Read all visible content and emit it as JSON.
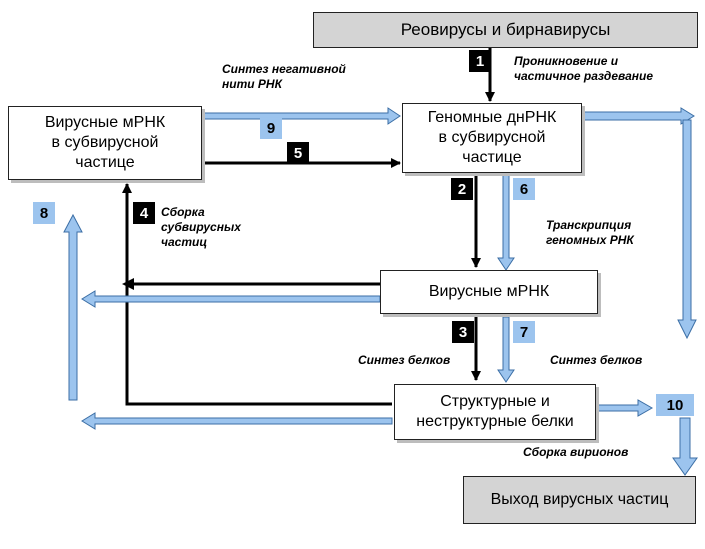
{
  "nodes": {
    "top": "Реовирусы и бирнавирусы",
    "genomic": "Геномные днРНК\nв субвирусной\nчастице",
    "viral_mrna_sub": "Вирусные мРНК\nв субвирусной\nчастице",
    "viral_mrna": "Вирусные мРНК",
    "proteins": "Структурные и\nнеструктурные белки",
    "exit": "Выход вирусных частиц"
  },
  "steps": {
    "s1": "1",
    "s2": "2",
    "s3": "3",
    "s4": "4",
    "s5": "5",
    "s6": "6",
    "s7": "7",
    "s8": "8",
    "s9": "9",
    "s10": "10"
  },
  "notes": {
    "entry": "Проникновение и\nчастичное раздевание",
    "neg_synth": "Синтез негативной\nнити РНК",
    "assembly_sub": "Сборка\nсубвирусных\nчастиц",
    "transcription": "Транскрипция\nгеномных РНК",
    "protein_synth_left": "Синтез белков",
    "protein_synth_right": "Синтез белков",
    "virion_assembly": "Сборка вирионов"
  },
  "colors": {
    "dark_path": "#000000",
    "light_path": "#9cc4ee",
    "light_outline": "#3b6ea5",
    "gray_box": "#d4d4d4"
  }
}
